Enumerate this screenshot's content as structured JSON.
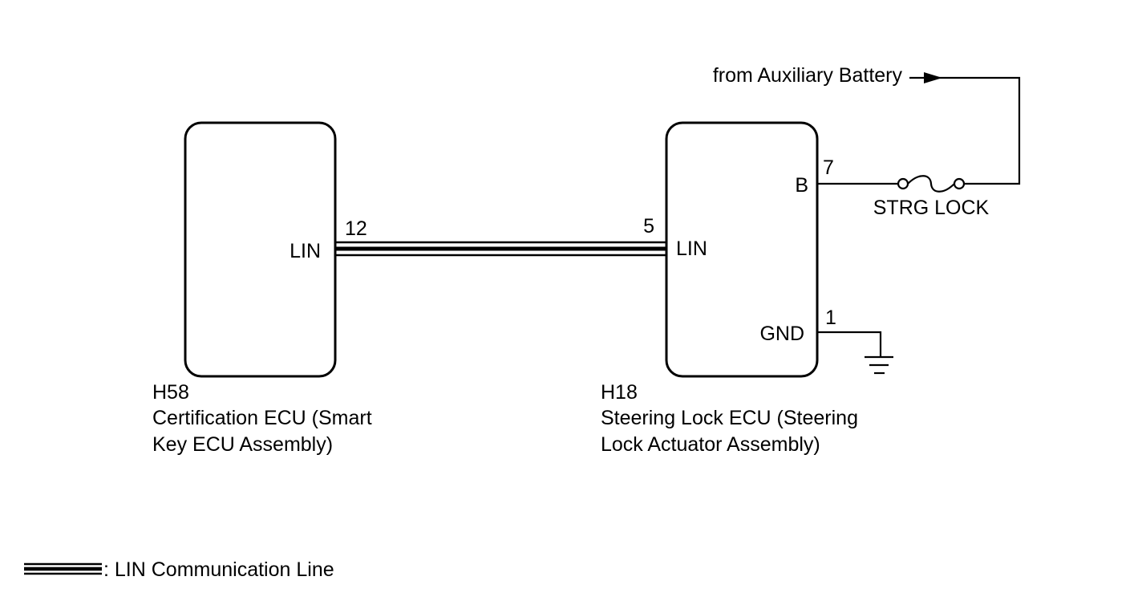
{
  "supply": {
    "label": "from Auxiliary Battery",
    "fuse": "STRG LOCK"
  },
  "ecu_left": {
    "code": "H58",
    "name_line1": "Certification ECU (Smart",
    "name_line2": "Key ECU Assembly)",
    "pin_lin_label": "LIN",
    "pin_lin_number": "12"
  },
  "ecu_right": {
    "code": "H18",
    "name_line1": "Steering Lock ECU (Steering",
    "name_line2": "Lock Actuator Assembly)",
    "pin_lin_label": "LIN",
    "pin_lin_number": "5",
    "pin_b_label": "B",
    "pin_b_number": "7",
    "pin_gnd_label": "GND",
    "pin_gnd_number": "1"
  },
  "legend": {
    "label": ": LIN Communication Line"
  }
}
